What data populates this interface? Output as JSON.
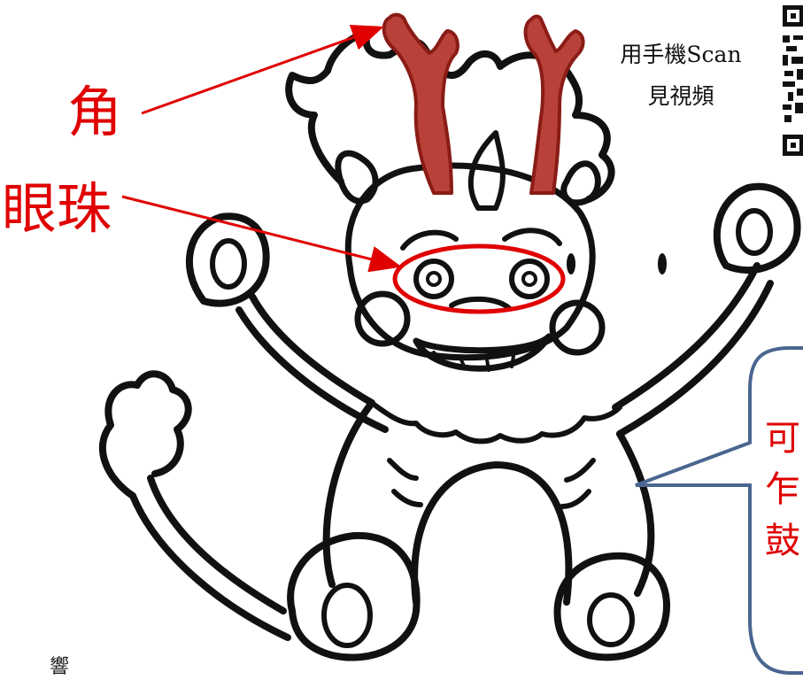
{
  "labels": {
    "horn": "角",
    "eyes": "眼珠"
  },
  "scan": {
    "line1": "用手機Scan",
    "line2": "見視頻"
  },
  "speech_bubble": {
    "lines": [
      "可",
      "乍",
      "",
      "鼓"
    ]
  },
  "corner_text": "響",
  "colors": {
    "label": "#e00000",
    "horn_fill": "#b8413a",
    "bubble_border": "#4a6690",
    "ink": "#111111"
  },
  "icons": {
    "qr": "qr-code-icon"
  }
}
